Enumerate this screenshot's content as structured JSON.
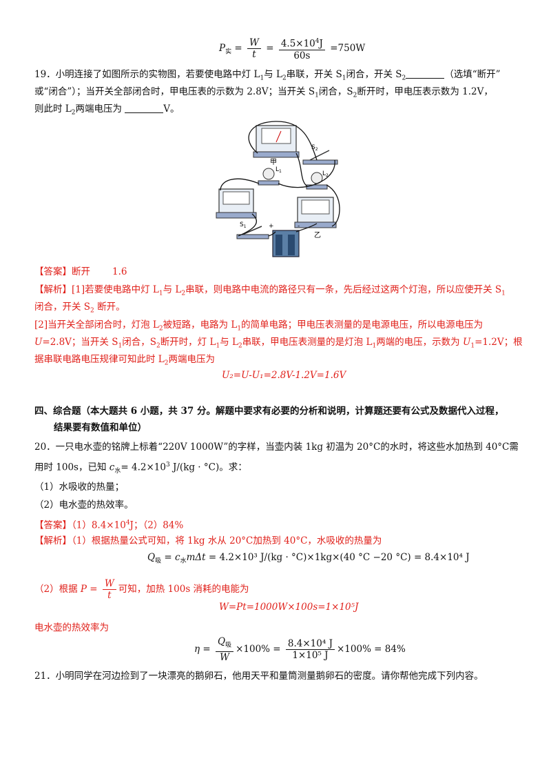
{
  "top_formula": {
    "lhs": "P",
    "lhs_sub": "实",
    "frac1_num": "W",
    "frac1_den": "t",
    "frac2_num": "4.5×10",
    "frac2_num_sup": "4",
    "frac2_num_unit": "J",
    "frac2_den": "60s",
    "result": "=750W"
  },
  "q19": {
    "line1_a": "19．小明连接了如图所示的实物图，若要使电路中灯 L",
    "line1_b": "与 L",
    "line1_c": "串联，开关 S",
    "line1_d": "闭合，开关 S",
    "line1_e": "（选填“断开”",
    "line2": "或“闭合”）；当开关全部闭合时，甲电压表的示数为 2.8V；当开关 S",
    "line2_b": "闭合，S",
    "line2_c": "断开时，甲电压表示数为 1.2V，",
    "line3_a": "则此时 L",
    "line3_b": "两端电压为",
    "line3_c": "V。",
    "fig_labels": {
      "jia": "甲",
      "yi": "乙",
      "s1": "S",
      "s2": "S",
      "l1": "L",
      "l2": "L",
      "plus": "+",
      "minus": "-"
    },
    "answer_tag": "【答案】",
    "answer_a": "断开",
    "answer_b": "1.6",
    "analysis_tag": "【解析】",
    "analysis_1a": "[1]若要使电路中灯 L",
    "analysis_1b": "与 L",
    "analysis_1c": "串联，则电路中电流的路径只有一条，先后经过这两个灯泡，所以应使开关 S",
    "analysis_1d": "闭合，开关 S",
    "analysis_1e": " 断开。",
    "analysis_2a": "[2]当开关全部闭合时，灯泡 L",
    "analysis_2b": "被短路，电路为 L",
    "analysis_2c": "的简单电路；甲电压表测量的是电源电压，所以电源电压为",
    "analysis_3a": "U",
    "analysis_3b": "=2.8V；当开关 S",
    "analysis_3c": "闭合，S",
    "analysis_3d": "断开时，灯 L",
    "analysis_3e": "与 L",
    "analysis_3f": "串联，甲电压表测量的是灯泡 L",
    "analysis_3g": "两端的电压，示数为 ",
    "analysis_3h": "U",
    "analysis_3i": "=1.2V；根",
    "analysis_4a": "据串联电路电压规律可知此时 L",
    "analysis_4b": "两端电压为",
    "formula": "U₂=U-U₁=2.8V-1.2V=1.6V"
  },
  "section4": {
    "title_line1": "四、综合题（本大题共 6 小题，共 37 分。解题中要求有必要的分析和说明，计算题还要有公式及数据代入过程，",
    "title_line2": "结果要有数值和单位）"
  },
  "q20": {
    "line1": "20．一只电水壶的铭牌上标着“220V 1000W”的字样，当壶内装 1kg 初温为 20°C的水时，将这些水加热到 40°C需",
    "line2_a": "用时 100s，已知",
    "line2_c": "c",
    "line2_c_sub": "水",
    "line2_val": "= 4.2×10",
    "line2_sup": "3",
    "line2_unit": " J/(kg · °C)",
    "line2_end": "。求：",
    "sub1": "（1）水吸收的热量；",
    "sub2": "（2）电水壶的热效率。",
    "answer_tag": "【答案】",
    "answer_text": "（1）8.4×10",
    "answer_sup": "4",
    "answer_text2": "J；（2）84%",
    "analysis_tag": "【解析】",
    "analysis_1": "（1）根据热量公式可知，将 1kg 水从 20°C加热到 40°C，水吸收的热量为",
    "formula_q": "= 4.2×10³ J/(kg · °C)×1kg×(40 °C −20 °C) = 8.4×10⁴ J",
    "formula_q_lhs": "Q",
    "formula_q_lhs_sub": "吸",
    "formula_q_mid": " = c",
    "formula_q_mid_sub": "水",
    "formula_q_mid2": "mΔt ",
    "analysis_2a": "（2）根据",
    "analysis_2_frac_lhs": "P =",
    "analysis_2_frac_num": "W",
    "analysis_2_frac_den": "t",
    "analysis_2b": "可知，加热 100s 消耗的电能为",
    "formula_w": "W=Pt=1000W×100s=1×10⁵J",
    "analysis_3": "电水壶的热效率为",
    "eta_lhs": "η =",
    "eta_f1_num": "Q",
    "eta_f1_num_sub": "吸",
    "eta_f1_den": "W",
    "eta_mid": "×100% =",
    "eta_f2_num": "8.4×10⁴ J",
    "eta_f2_den": "1×10⁵ J",
    "eta_end": "×100% = 84%"
  },
  "q21": {
    "line1": "21．小明同学在河边捡到了一块漂亮的鹅卵石，他用天平和量筒测量鹅卵石的密度。请你帮他完成下列内容。"
  },
  "colors": {
    "accent_red": "#e0201a",
    "text": "#111111"
  }
}
